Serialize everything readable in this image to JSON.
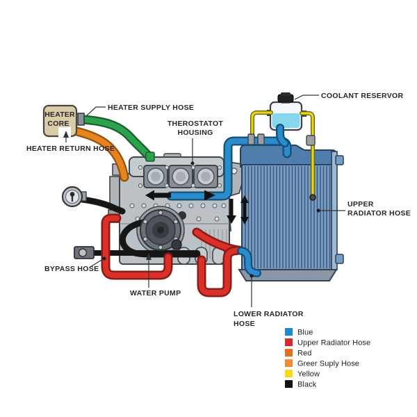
{
  "diagram": {
    "title": "engine-cooling-system-diagram",
    "background": "#ffffff",
    "labels": {
      "heater_core_line1": "HEATER",
      "heater_core_line2": "CORE",
      "heater_supply_hose": "HEATER SUPPLY HOSE",
      "heater_return_hose": "HEATER RETURN HOSE",
      "thermostat_line1": "THEROSTATOT",
      "thermostat_line2": "HOUSING",
      "coolant_reservoir": "COOLANT RESERVOR",
      "upper_radiator_line1": "UPPER",
      "upper_radiator_line2": "RADIATOR HOSE",
      "bypass_hose": "BYPASS HOSE",
      "water_pump": "WATER PUMP",
      "lower_radiator_line1": "LOWER RADIATOR",
      "lower_radiator_line2": "HOSE"
    },
    "colors": {
      "green_hose": "#2ba24b",
      "orange_hose": "#e6831f",
      "blue_hose": "#2b8ccc",
      "red_hose": "#d93028",
      "yellow_hose": "#e9d41f",
      "black_hose": "#161616",
      "radiator_core": "#7b9cc2",
      "radiator_tank": "#4f7dac",
      "heater_core_box": "#d9cda9",
      "engine_gray": "#bcc1c5"
    },
    "legend": {
      "items": [
        {
          "color": "#2089ce",
          "label": "Blue"
        },
        {
          "color": "#d7282a",
          "label": "Upper Radiator Hose"
        },
        {
          "color": "#e0701f",
          "label": "Red"
        },
        {
          "color": "#ef8c32",
          "label": "Greer Suply Hose"
        },
        {
          "color": "#f7d918",
          "label": "Yellow"
        },
        {
          "color": "#111111",
          "label": "Black"
        }
      ]
    }
  }
}
